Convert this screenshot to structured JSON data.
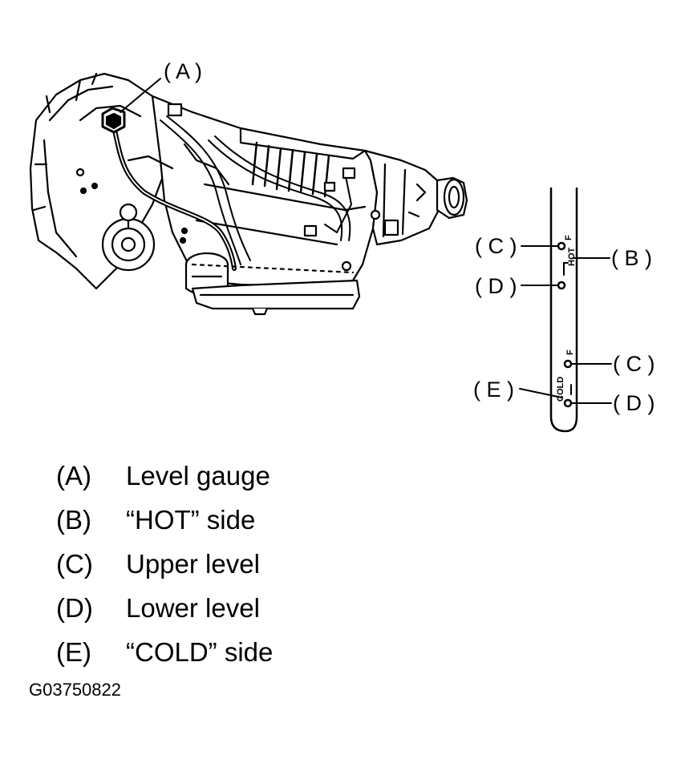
{
  "figure": {
    "callouts": {
      "a": "( A )",
      "b": "( B )",
      "c_upper": "( C )",
      "d_upper": "( D )",
      "c_lower": "( C )",
      "d_lower": "( D )",
      "e": "( E )"
    },
    "gauge_marks": {
      "hot_f": "F",
      "hot": "HOT",
      "cold_f": "F",
      "cold": "COLD"
    }
  },
  "legend": [
    {
      "key": "(A)",
      "text": "Level gauge"
    },
    {
      "key": "(B)",
      "text": "“HOT” side"
    },
    {
      "key": "(C)",
      "text": "Upper level"
    },
    {
      "key": "(D)",
      "text": "Lower level"
    },
    {
      "key": "(E)",
      "text": "“COLD” side"
    }
  ],
  "figure_code": "G03750822"
}
